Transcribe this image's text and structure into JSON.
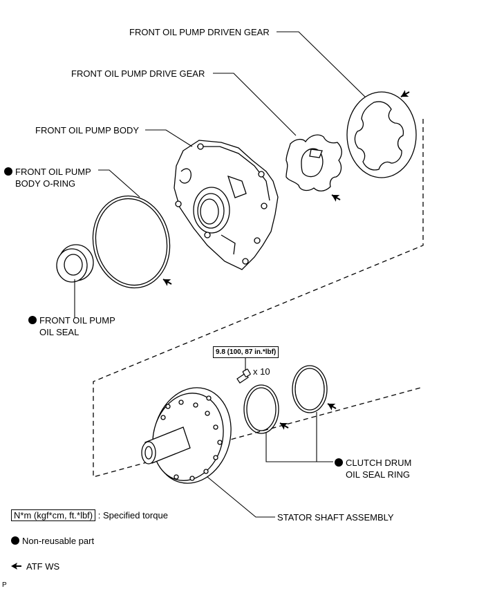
{
  "labels": {
    "driven_gear": "FRONT OIL PUMP DRIVEN GEAR",
    "drive_gear": "FRONT OIL PUMP DRIVE GEAR",
    "pump_body": "FRONT OIL PUMP BODY",
    "o_ring_line1": "FRONT OIL PUMP",
    "o_ring_line2": "BODY O-RING",
    "oil_seal_line1": "FRONT OIL PUMP",
    "oil_seal_line2": "OIL SEAL",
    "torque_value": "9.8 (100, 87 in.*lbf)",
    "bolt_count": "x 10",
    "clutch_ring_line1": "CLUTCH DRUM",
    "clutch_ring_line2": "OIL SEAL RING",
    "stator": "STATOR SHAFT ASSEMBLY"
  },
  "legend": {
    "torque_box": "N*m (kgf*cm, ft.*lbf)",
    "torque_desc": ": Specified torque",
    "nonreusable": "Non-reusable part",
    "atf": "ATF WS"
  },
  "corner_mark": "P"
}
